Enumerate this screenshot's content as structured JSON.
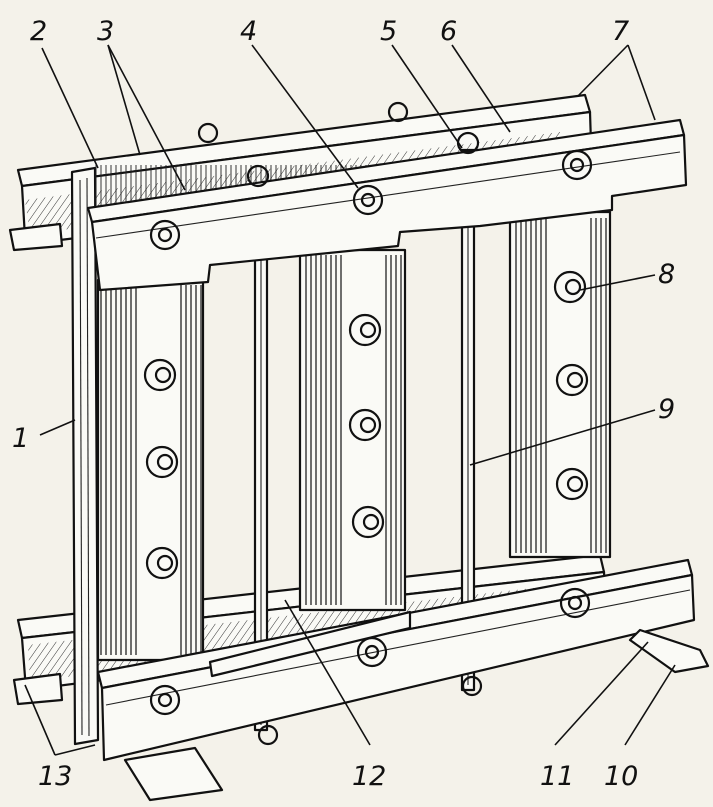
{
  "figure": {
    "callouts": [
      {
        "id": "c2",
        "text": "2"
      },
      {
        "id": "c3",
        "text": "3"
      },
      {
        "id": "c4",
        "text": "4"
      },
      {
        "id": "c5",
        "text": "5"
      },
      {
        "id": "c6",
        "text": "6"
      },
      {
        "id": "c7",
        "text": "7"
      },
      {
        "id": "c8",
        "text": "8"
      },
      {
        "id": "c1",
        "text": "1"
      },
      {
        "id": "c9",
        "text": "9"
      },
      {
        "id": "c13",
        "text": "13"
      },
      {
        "id": "c12",
        "text": "12"
      },
      {
        "id": "c11",
        "text": "11"
      },
      {
        "id": "c10",
        "text": "10"
      }
    ],
    "colors": {
      "ink": "#111111",
      "paper": "#f4f2ea"
    }
  }
}
